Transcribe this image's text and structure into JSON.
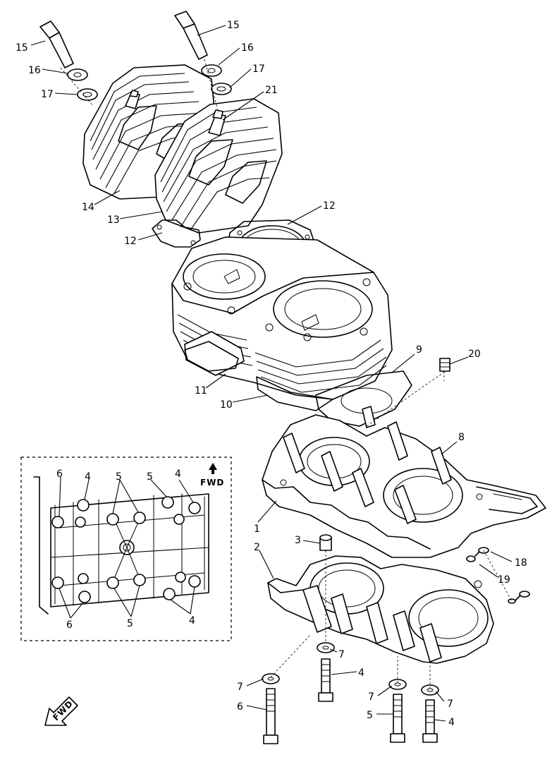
{
  "callouts": {
    "c1": "1",
    "c2": "2",
    "c3": "3",
    "c4a": "4",
    "c4b": "4",
    "c5": "5",
    "c6": "6",
    "c7a": "7",
    "c7b": "7",
    "c7c": "7",
    "c7d": "7",
    "c8": "8",
    "c9": "9",
    "c10": "10",
    "c11": "11",
    "c12a": "12",
    "c12b": "12",
    "c13": "13",
    "c14": "14",
    "c15a": "15",
    "c15b": "15",
    "c16a": "16",
    "c16b": "16",
    "c17a": "17",
    "c17b": "17",
    "c18": "18",
    "c19": "19",
    "c20": "20",
    "c21": "21"
  },
  "inset": {
    "fwd_label": "FWD",
    "top": [
      "6",
      "4",
      "5",
      "5",
      "4"
    ],
    "bottom": [
      "6",
      "5",
      "4"
    ]
  },
  "fwd_tag": "FWD"
}
